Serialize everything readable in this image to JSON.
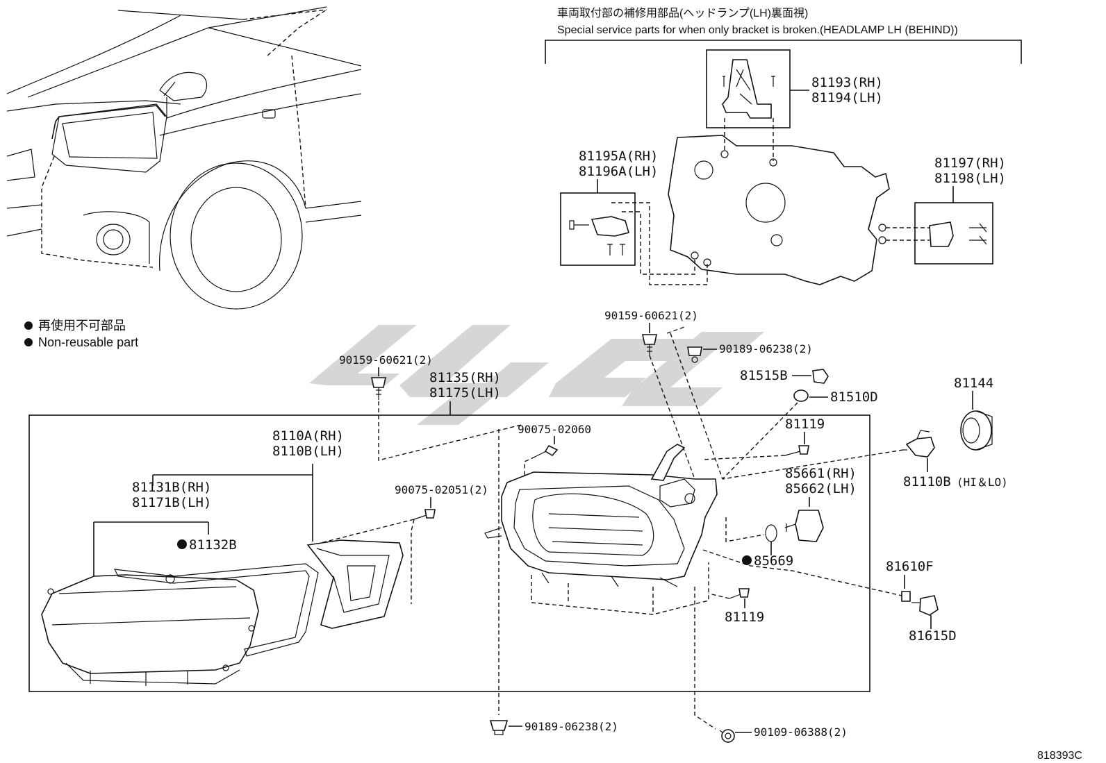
{
  "header": {
    "jp_title": "車両取付部の補修用部品(ヘッドランプ(LH)裏面視)",
    "en_title": "Special service parts for when only bracket is broken.(HEADLAMP LH (BEHIND))"
  },
  "legend": {
    "jp": "再使用不可部品",
    "en": "Non-reusable part"
  },
  "labels": {
    "p81193": "81193(RH)",
    "p81194": "81194(LH)",
    "p81195a": "81195A(RH)",
    "p81196a": "81196A(LH)",
    "p81197": "81197(RH)",
    "p81198": "81198(LH)",
    "p90159_top": "90159-60621(2)",
    "p90189_top": "90189-06238(2)",
    "p81515b": "81515B",
    "p81510d": "81510D",
    "p81144": "81144",
    "p90159_left": "90159-60621(2)",
    "p81135": "81135(RH)",
    "p81175": "81175(LH)",
    "p90075_02060": "90075-02060",
    "p81119_top": "81119",
    "p8110a": "8110A(RH)",
    "p8110b": "8110B(LH)",
    "p85661": "85661(RH)",
    "p85662": "85662(LH)",
    "p81110b": "81110B",
    "p81110b_note": "(HI＆LO)",
    "p81131b": "81131B(RH)",
    "p81171b": "81171B(LH)",
    "p90075_02051": "90075-02051(2)",
    "p81132b": "81132B",
    "p85669": "85669",
    "p81610f": "81610F",
    "p81119_bottom": "81119",
    "p81615d": "81615D",
    "p90189_bottom": "90189-06238(2)",
    "p90109": "90109-06388(2)",
    "illustration_id": "818393C"
  },
  "icons": {
    "non_reusable_marker": "filled-circle-icon"
  }
}
